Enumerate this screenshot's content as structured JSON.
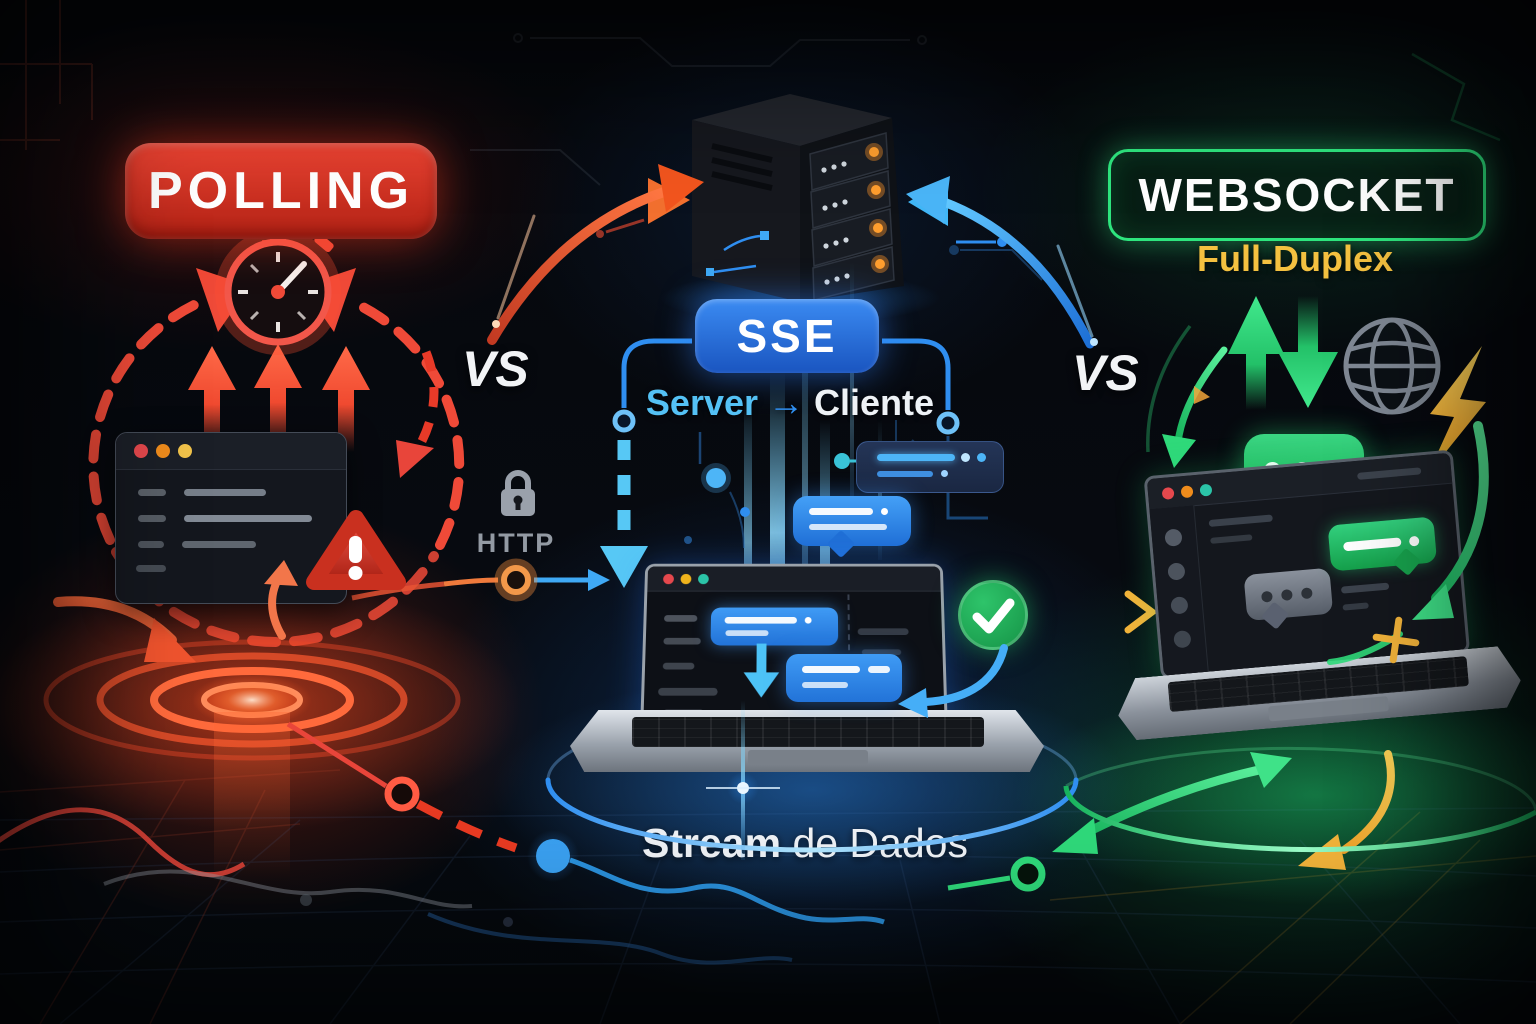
{
  "scene": {
    "type": "tech-comparison-illustration",
    "left": {
      "badge": "POLLING"
    },
    "center": {
      "badge": "SSE",
      "flow_from": "Server",
      "flow_arrow": "→",
      "flow_to": "Cliente",
      "protocol": "HTTP"
    },
    "right": {
      "badge": "WEBSOCKET",
      "subtitle": "Full-Duplex"
    },
    "versus_left": "VS",
    "versus_right": "VS",
    "caption_bold": "Stream",
    "caption_rest": " de Dados"
  },
  "colors": {
    "background": "#06090f",
    "polling_red": "#e2392b",
    "sse_blue": "#2f80ed",
    "websocket_green": "#2bd47d",
    "accent_yellow": "#f5c044",
    "accent_orange": "#f2702f",
    "text_white": "#f4f6f8"
  },
  "icons": {
    "stopwatch": "red timer dial",
    "warning": "red triangle with exclamation",
    "lock": "gray padlock",
    "server_rack": "dark 4-bay server tower",
    "globe": "wireframe globe",
    "lightning": "yellow bolt",
    "check": "green circle checkmark",
    "chat_bubble": "speech bubble with dots"
  }
}
